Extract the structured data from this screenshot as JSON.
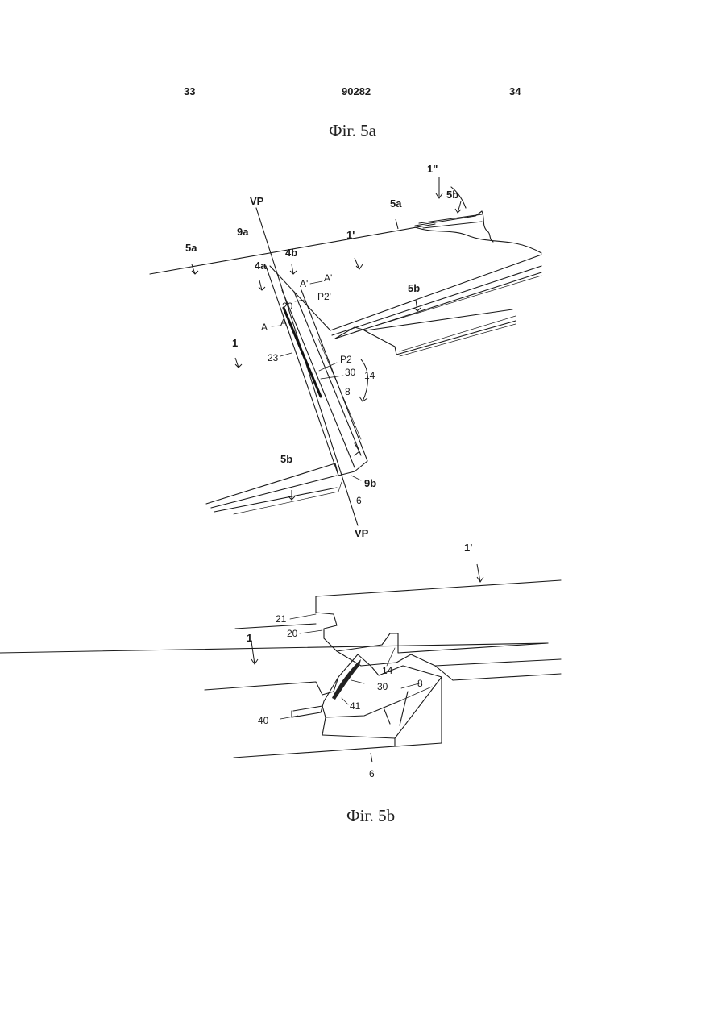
{
  "header": {
    "left_page": "33",
    "patent_number": "90282",
    "right_page": "34"
  },
  "figures": {
    "fig5a": {
      "caption": "Фіг. 5а",
      "labels": {
        "vp_top": "VP",
        "vp_bottom": "VP",
        "l_1pp": "1\"",
        "l_1p": "1'",
        "l_1": "1",
        "l_5a_left": "5a",
        "l_5a_right": "5a",
        "l_5b_topright": "5b",
        "l_5b_mid": "5b",
        "l_5b_low": "5b",
        "l_9a": "9a",
        "l_9b": "9b",
        "l_4a": "4a",
        "l_4b": "4b",
        "l_Ap": "A'",
        "l_Ap2": "A'",
        "l_A": "A",
        "l_A2": "A",
        "l_20": "20",
        "l_P2p": "P2'",
        "l_P2": "P2",
        "l_23": "23",
        "l_30": "30",
        "l_14": "14",
        "l_8": "8",
        "l_6": "6"
      }
    },
    "fig5b": {
      "caption": "Фіг. 5b",
      "labels": {
        "l_1p": "1'",
        "l_1": "1",
        "l_21": "21",
        "l_20": "20",
        "l_14": "14",
        "l_30": "30",
        "l_8": "8",
        "l_41": "41",
        "l_40": "40",
        "l_6": "6"
      }
    }
  }
}
